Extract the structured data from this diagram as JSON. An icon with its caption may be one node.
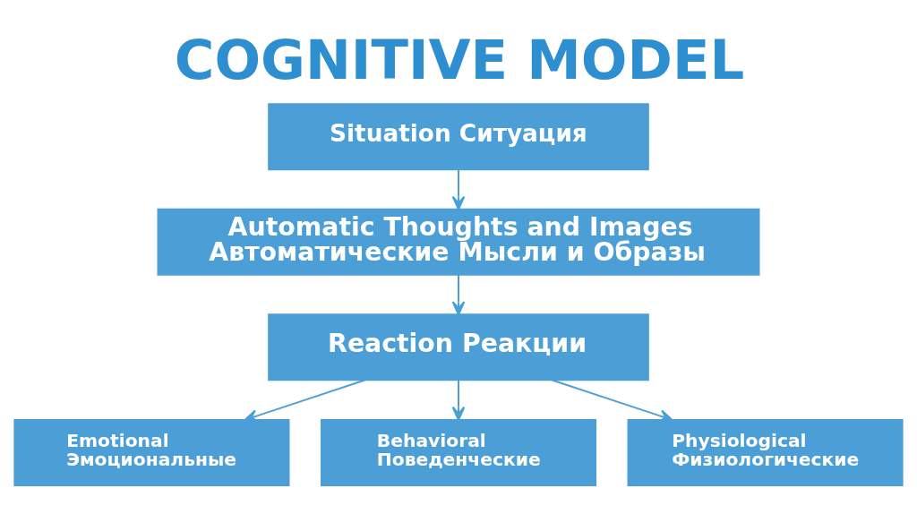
{
  "diagram": {
    "title": "COGNITIVE MODEL",
    "nodes": [
      {
        "text": [
          "Situation Ситуация"
        ]
      },
      {
        "text": [
          "Automatic Thoughts and Images",
          "Автоматические Мысли и Образы"
        ]
      },
      {
        "text": [
          "Reaction Реакции"
        ]
      },
      {
        "text": [
          "Emotional",
          "Эмоциональные"
        ]
      },
      {
        "text": [
          "Behavioral",
          "Поведенческие"
        ]
      },
      {
        "text": [
          "Physiological",
          "Физиологические"
        ]
      }
    ],
    "edges": [
      {
        "from": 0,
        "to": 1,
        "arrow": "to"
      },
      {
        "from": 1,
        "to": 2,
        "arrow": "to"
      },
      {
        "from": 2,
        "to": 3,
        "arrow": "to"
      },
      {
        "from": 2,
        "to": 4,
        "arrow": "to"
      },
      {
        "from": 2,
        "to": 5,
        "arrow": "to"
      }
    ]
  }
}
